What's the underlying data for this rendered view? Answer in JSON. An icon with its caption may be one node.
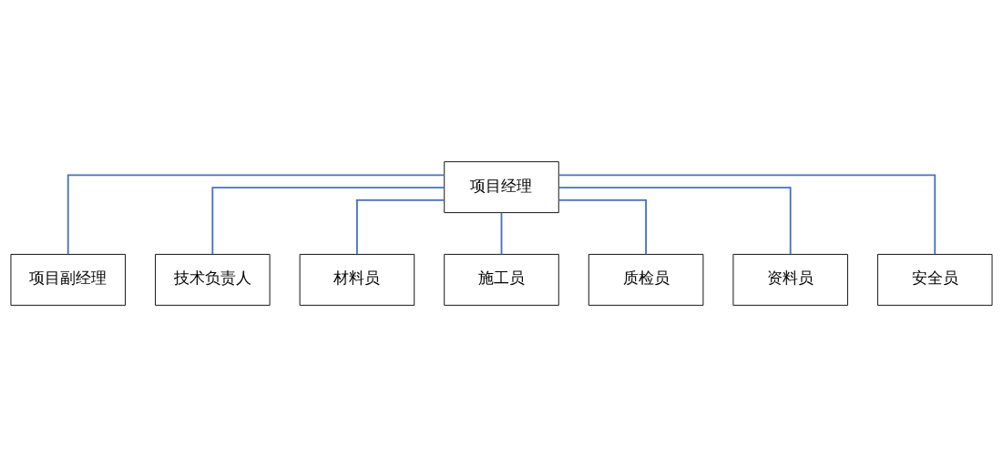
{
  "diagram": {
    "nodes": [
      {
        "text": [
          "项目经理"
        ]
      },
      {
        "text": [
          "项目副经理"
        ]
      },
      {
        "text": [
          "技术负责人"
        ]
      },
      {
        "text": [
          "材料员"
        ]
      },
      {
        "text": [
          "施工员"
        ]
      },
      {
        "text": [
          "质检员"
        ]
      },
      {
        "text": [
          "资料员"
        ]
      },
      {
        "text": [
          "安全员"
        ]
      }
    ],
    "edges": [
      {
        "from": 0,
        "to": 1,
        "arrow": "none"
      },
      {
        "from": 0,
        "to": 2,
        "arrow": "none"
      },
      {
        "from": 0,
        "to": 3,
        "arrow": "none"
      },
      {
        "from": 0,
        "to": 4,
        "arrow": "none"
      },
      {
        "from": 0,
        "to": 5,
        "arrow": "none"
      },
      {
        "from": 0,
        "to": 6,
        "arrow": "none"
      },
      {
        "from": 0,
        "to": 7,
        "arrow": "none"
      }
    ]
  }
}
